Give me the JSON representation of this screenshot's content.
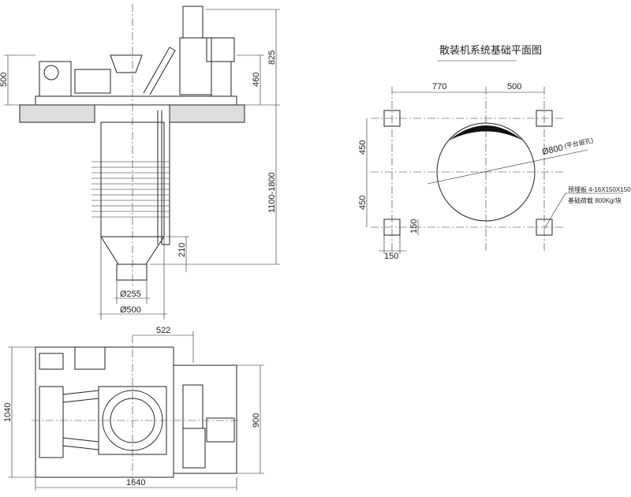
{
  "title": "散装机系统基础平面图",
  "elevation": {
    "dims": {
      "d500": "500",
      "d825": "825",
      "d460": "460",
      "d1100_1800": "1100-1800",
      "d210": "210",
      "phi255": "Ø255",
      "phi500": "Ø500"
    }
  },
  "plan": {
    "dims": {
      "d522": "522",
      "d1040": "1040",
      "d900": "900",
      "d1640": "1640"
    }
  },
  "foundation": {
    "dims": {
      "d770": "770",
      "d500": "500",
      "d450a": "450",
      "d450b": "450",
      "d150a": "150",
      "d150b": "150"
    },
    "hole_label": "Ø800",
    "hole_note": "(平台留孔)",
    "plate_label": "预埋板 4-16X150X150",
    "load_label": "基础荷载 800Kg/块"
  }
}
